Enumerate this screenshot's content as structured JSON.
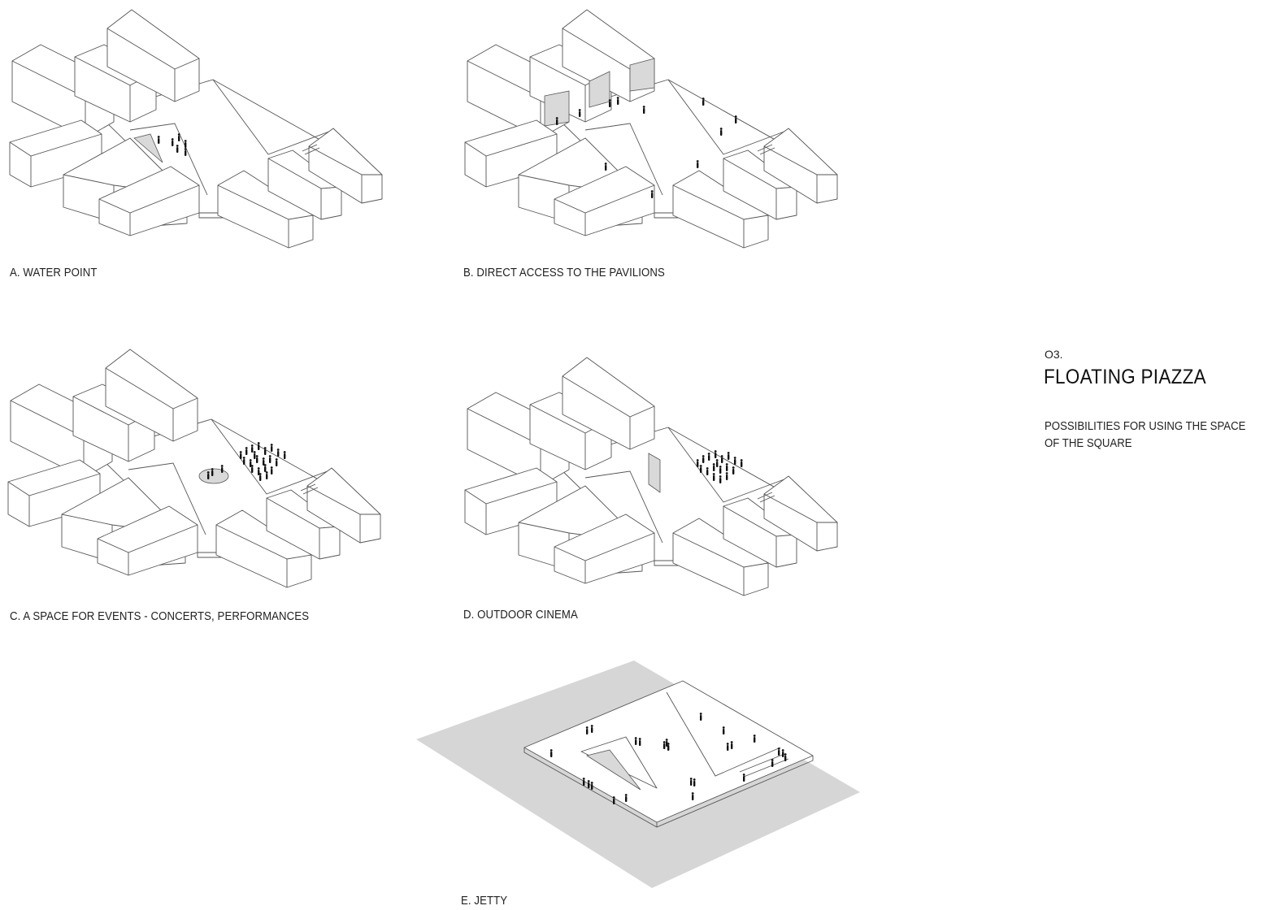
{
  "heading": {
    "number": "O3.",
    "title": "FLOATING PIAZZA",
    "subtitle_line1": "POSSIBILITIES FOR USING THE SPACE",
    "subtitle_line2": "OF THE SQUARE"
  },
  "panels": {
    "a": {
      "caption": "A. WATER POINT"
    },
    "b": {
      "caption": "B. DIRECT ACCESS TO THE PAVILIONS"
    },
    "c": {
      "caption": "C. A SPACE FOR EVENTS  -  CONCERTS, PERFORMANCES"
    },
    "d": {
      "caption": "D. OUTDOOR CINEMA"
    },
    "e": {
      "caption": "E. JETTY"
    }
  },
  "colors": {
    "line": "#555555",
    "shade": "#d9d9d9",
    "water": "#d6d6d6",
    "people": "#111111"
  }
}
